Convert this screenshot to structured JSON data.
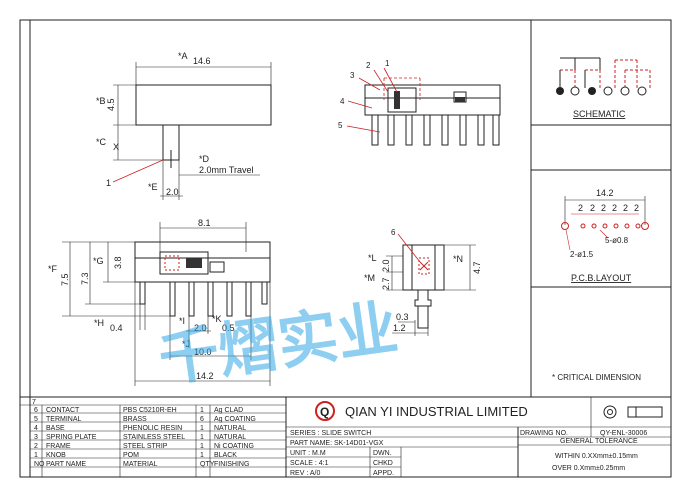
{
  "top_view": {
    "A": "*A",
    "A_val": "14.6",
    "B": "*B",
    "B_val": "4.5",
    "C": "*C",
    "C_val": "X",
    "D": "*D",
    "D_val": "2.0mm Travel",
    "E": "*E",
    "E_val": "2.0",
    "callout_1": "1"
  },
  "side_view": {
    "c1": "1",
    "c2": "2",
    "c3": "3",
    "c4": "4",
    "c5": "5"
  },
  "schematic": {
    "title": "SCHEMATIC"
  },
  "pcb_layout": {
    "title": "P.C.B.LAYOUT",
    "width": "14.2",
    "pitches": [
      "2",
      "2",
      "2",
      "2",
      "2",
      "2"
    ],
    "hole_small": "5-ø0.8",
    "hole_large": "2-ø1.5"
  },
  "front_view": {
    "w_top": "8.1",
    "F": "*F",
    "F_val": "7.5",
    "G": "*G",
    "G_val": "3.8",
    "h_mid": "7.3",
    "H": "*H",
    "H_val": "0.4",
    "I": "*I",
    "I_val": "2.0",
    "K": "*K",
    "K_val": "0.5",
    "J": "*J",
    "J_val": "10.0",
    "w_bottom": "14.2"
  },
  "end_view": {
    "c6": "6",
    "L": "*L",
    "L_val": "2.0",
    "M": "*M",
    "M_val": "2.7",
    "N": "*N",
    "N_val": "4.7",
    "t1": "0.3",
    "t2": "1.2"
  },
  "critical_note": "* CRITICAL  DIMENSION",
  "watermark": "千熠实业",
  "company": {
    "logo_letter": "Q",
    "name": "QIAN YI INDUSTRIAL LIMITED"
  },
  "bom": [
    {
      "no": "6",
      "part": "CONTACT",
      "material": "PBS C5210R-EH",
      "qty": "1",
      "finish": "Ag CLAD"
    },
    {
      "no": "5",
      "part": "TERMINAL",
      "material": "BRASS",
      "qty": "6",
      "finish": "Ag COATING"
    },
    {
      "no": "4",
      "part": "BASE",
      "material": "PHENOLIC RESIN",
      "qty": "1",
      "finish": "NATURAL"
    },
    {
      "no": "3",
      "part": "SPRING PLATE",
      "material": "STAINLESS STEEL",
      "qty": "1",
      "finish": "NATURAL"
    },
    {
      "no": "2",
      "part": "FRAME",
      "material": "STEEL STRIP",
      "qty": "1",
      "finish": "Ni COATING"
    },
    {
      "no": "1",
      "part": "KNOB",
      "material": "POM",
      "qty": "1",
      "finish": "BLACK"
    }
  ],
  "bom_header": {
    "no": "NO",
    "part": "PART NAME",
    "material": "MATERIAL",
    "qty": "QTY",
    "finish": "FINISHING"
  },
  "title_block": {
    "series": "SERIES : SLIDE SWITCH",
    "part_name": "PART NAME: SK-14D01-VGX",
    "unit": "UNIT : M.M",
    "scale": "SCALE : 4:1",
    "rev": "REV  : A/0",
    "dwn": "DWN.",
    "chkd": "CHKD",
    "appd": "APPD.",
    "drawing_no_label": "DRAWING NO.",
    "drawing_no": "QY-ENL-30006",
    "tolerance_title": "GENERAL TOLERANCE",
    "tol1": "WITHIN 0.XXmm±0.15mm",
    "tol2": "OVER   0.Xmm±0.25mm"
  }
}
